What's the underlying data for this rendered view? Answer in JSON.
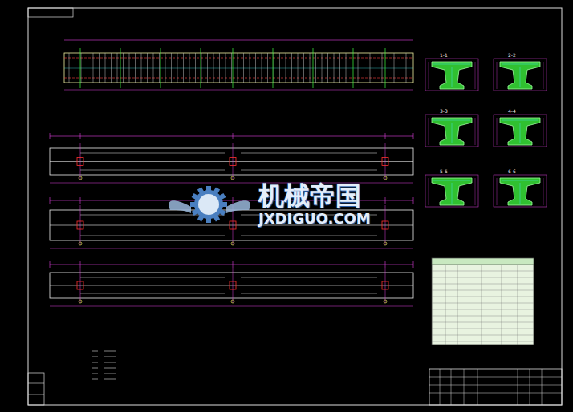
{
  "diagram": {
    "labels": [
      "机械帝国",
      "JXDIGUO.COM",
      "1-1",
      "2-2",
      "3-3",
      "4-4",
      "5-5",
      "6-6"
    ]
  }
}
